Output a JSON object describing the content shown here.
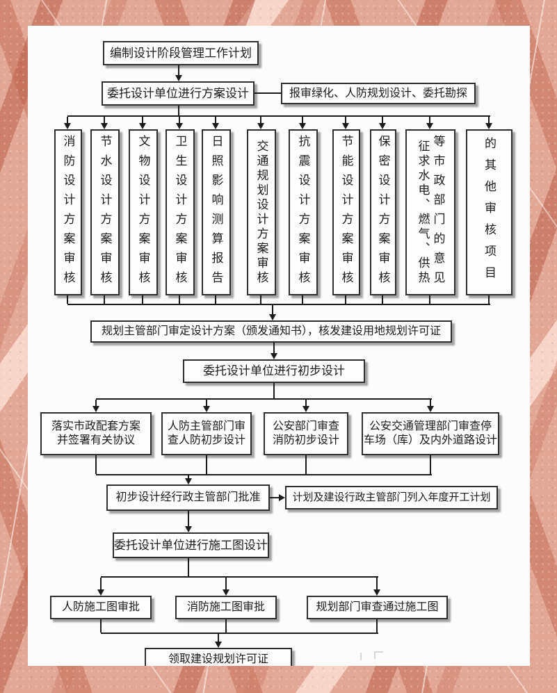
{
  "flow": {
    "plan": "编制设计阶段管理工作计划",
    "scheme_design": "委托设计单位进行方案设计",
    "scheme_side": "报审绿化、人防规划设计、委托勘探",
    "reviews": [
      {
        "label": "消防设计方案审核"
      },
      {
        "label": "节水设计方案审核"
      },
      {
        "label": "文物设计方案审核"
      },
      {
        "label": "卫生设计方案审核"
      },
      {
        "label": "日照影响测算报告"
      },
      {
        "label": "交通规划设计方案审核"
      },
      {
        "label": "抗震设计方案审核"
      },
      {
        "label": "节能设计方案审核"
      },
      {
        "label": "保密设计方案审核"
      },
      {
        "col1": "征求水电、燃气、供热",
        "col2": "等市政部门的意见"
      },
      {
        "label": "的其他审核项目"
      }
    ],
    "approval": "规划主管部门审定设计方案（颁发通知书），核发建设用地规划许可证",
    "preliminary_design": "委托设计单位进行初步设计",
    "prelim_reviews": [
      {
        "line1": "落实市政配套方案",
        "line2": "并签署有关协议"
      },
      {
        "line1": "人防主管部门审",
        "line2": "查人防初步设计"
      },
      {
        "line1": "公安部门审查",
        "line2": "消防初步设计"
      },
      {
        "line1": "公安交通管理部门审查停",
        "line2": "车场（库）及内外道路设计"
      }
    ],
    "prelim_approval": "初步设计经行政主管部门批准",
    "prelim_side": "计划及建设行政主管部门列入年度开工计划",
    "construction_design": "委托设计单位进行施工图设计",
    "construction_reviews": [
      {
        "label": "人防施工图审批"
      },
      {
        "label": "消防施工图审批"
      },
      {
        "label": "规划部门审查通过施工图"
      }
    ],
    "permit": "领取建设规划许可证"
  },
  "colors": {
    "background": "#e2a795",
    "stripe": "#bc6b55",
    "panel": "#fcfcfc",
    "box_fill": "#fdfdfd",
    "line": "#1c1c1c"
  }
}
